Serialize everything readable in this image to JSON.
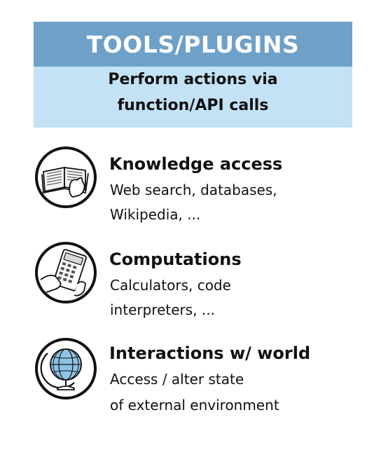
{
  "header": {
    "title": "TOOLS/PLUGINS",
    "subtitle_line1": "Perform actions via",
    "subtitle_line2": "function/API calls"
  },
  "items": [
    {
      "icon": "open-book-icon",
      "title": "Knowledge access",
      "desc_line1": "Web search, databases,",
      "desc_line2": "Wikipedia, ..."
    },
    {
      "icon": "calculator-icon",
      "title": "Computations",
      "desc_line1": "Calculators, code",
      "desc_line2": "interpreters, ..."
    },
    {
      "icon": "globe-icon",
      "title": "Interactions w/ world",
      "desc_line1": "Access / alter state",
      "desc_line2": "of external environment"
    }
  ],
  "colors": {
    "header_bg": "#6ea0c8",
    "subheader_bg": "#c3e2f6",
    "globe_fill": "#8fc3e6",
    "text": "#111111"
  }
}
